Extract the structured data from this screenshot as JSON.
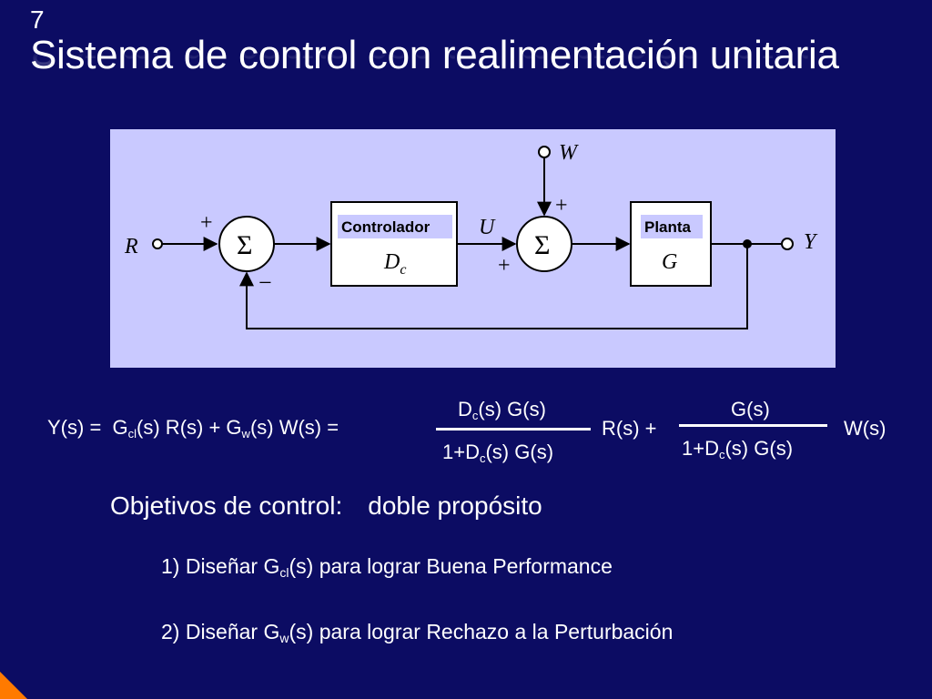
{
  "slide": {
    "number": "7",
    "title": "Sistema de control con realimentación unitaria"
  },
  "diagram": {
    "input_label": "R",
    "output_label": "Y",
    "disturbance_label": "W",
    "control_signal_label": "U",
    "sum_symbol": "Σ",
    "sum1_plus": "+",
    "sum1_minus": "−",
    "sum2_plus_top": "+",
    "sum2_plus_bottom": "+",
    "controller": {
      "title": "Controlador",
      "symbol": "D",
      "subscript": "c"
    },
    "plant": {
      "title": "Planta",
      "symbol": "G"
    }
  },
  "equation": {
    "lhs": "Y(s) =",
    "g": "G",
    "cl_sub": "cl",
    "w_sub": "w",
    "part1": "(s) R(s) + G",
    "part2": "(s) W(s) =",
    "frac1_num_d": "D",
    "frac1_num_c": "c",
    "frac1_num_rest": "(s) G(s)",
    "frac1_den_pre": "1+D",
    "frac1_den_c": "c",
    "frac1_den_rest": "(s) G(s)",
    "middle": "R(s) +",
    "frac2_num": "G(s)",
    "frac2_den_pre": "1+D",
    "frac2_den_c": "c",
    "frac2_den_rest": "(s) G(s)",
    "end": "W(s)"
  },
  "objectives": {
    "heading": "Objetivos de control:",
    "subheading": "doble propósito",
    "item1": {
      "pre": "1)  Diseñar G",
      "sub": "cl",
      "post": "(s) para lograr Buena Performance"
    },
    "item2": {
      "pre": "2)  Diseñar G",
      "sub": "w",
      "post": "(s) para lograr Rechazo a la Perturbación"
    }
  },
  "colors": {
    "background": "#0c0c63",
    "diagram_bg": "#c9c9ff",
    "accent": "#ff7a00"
  }
}
